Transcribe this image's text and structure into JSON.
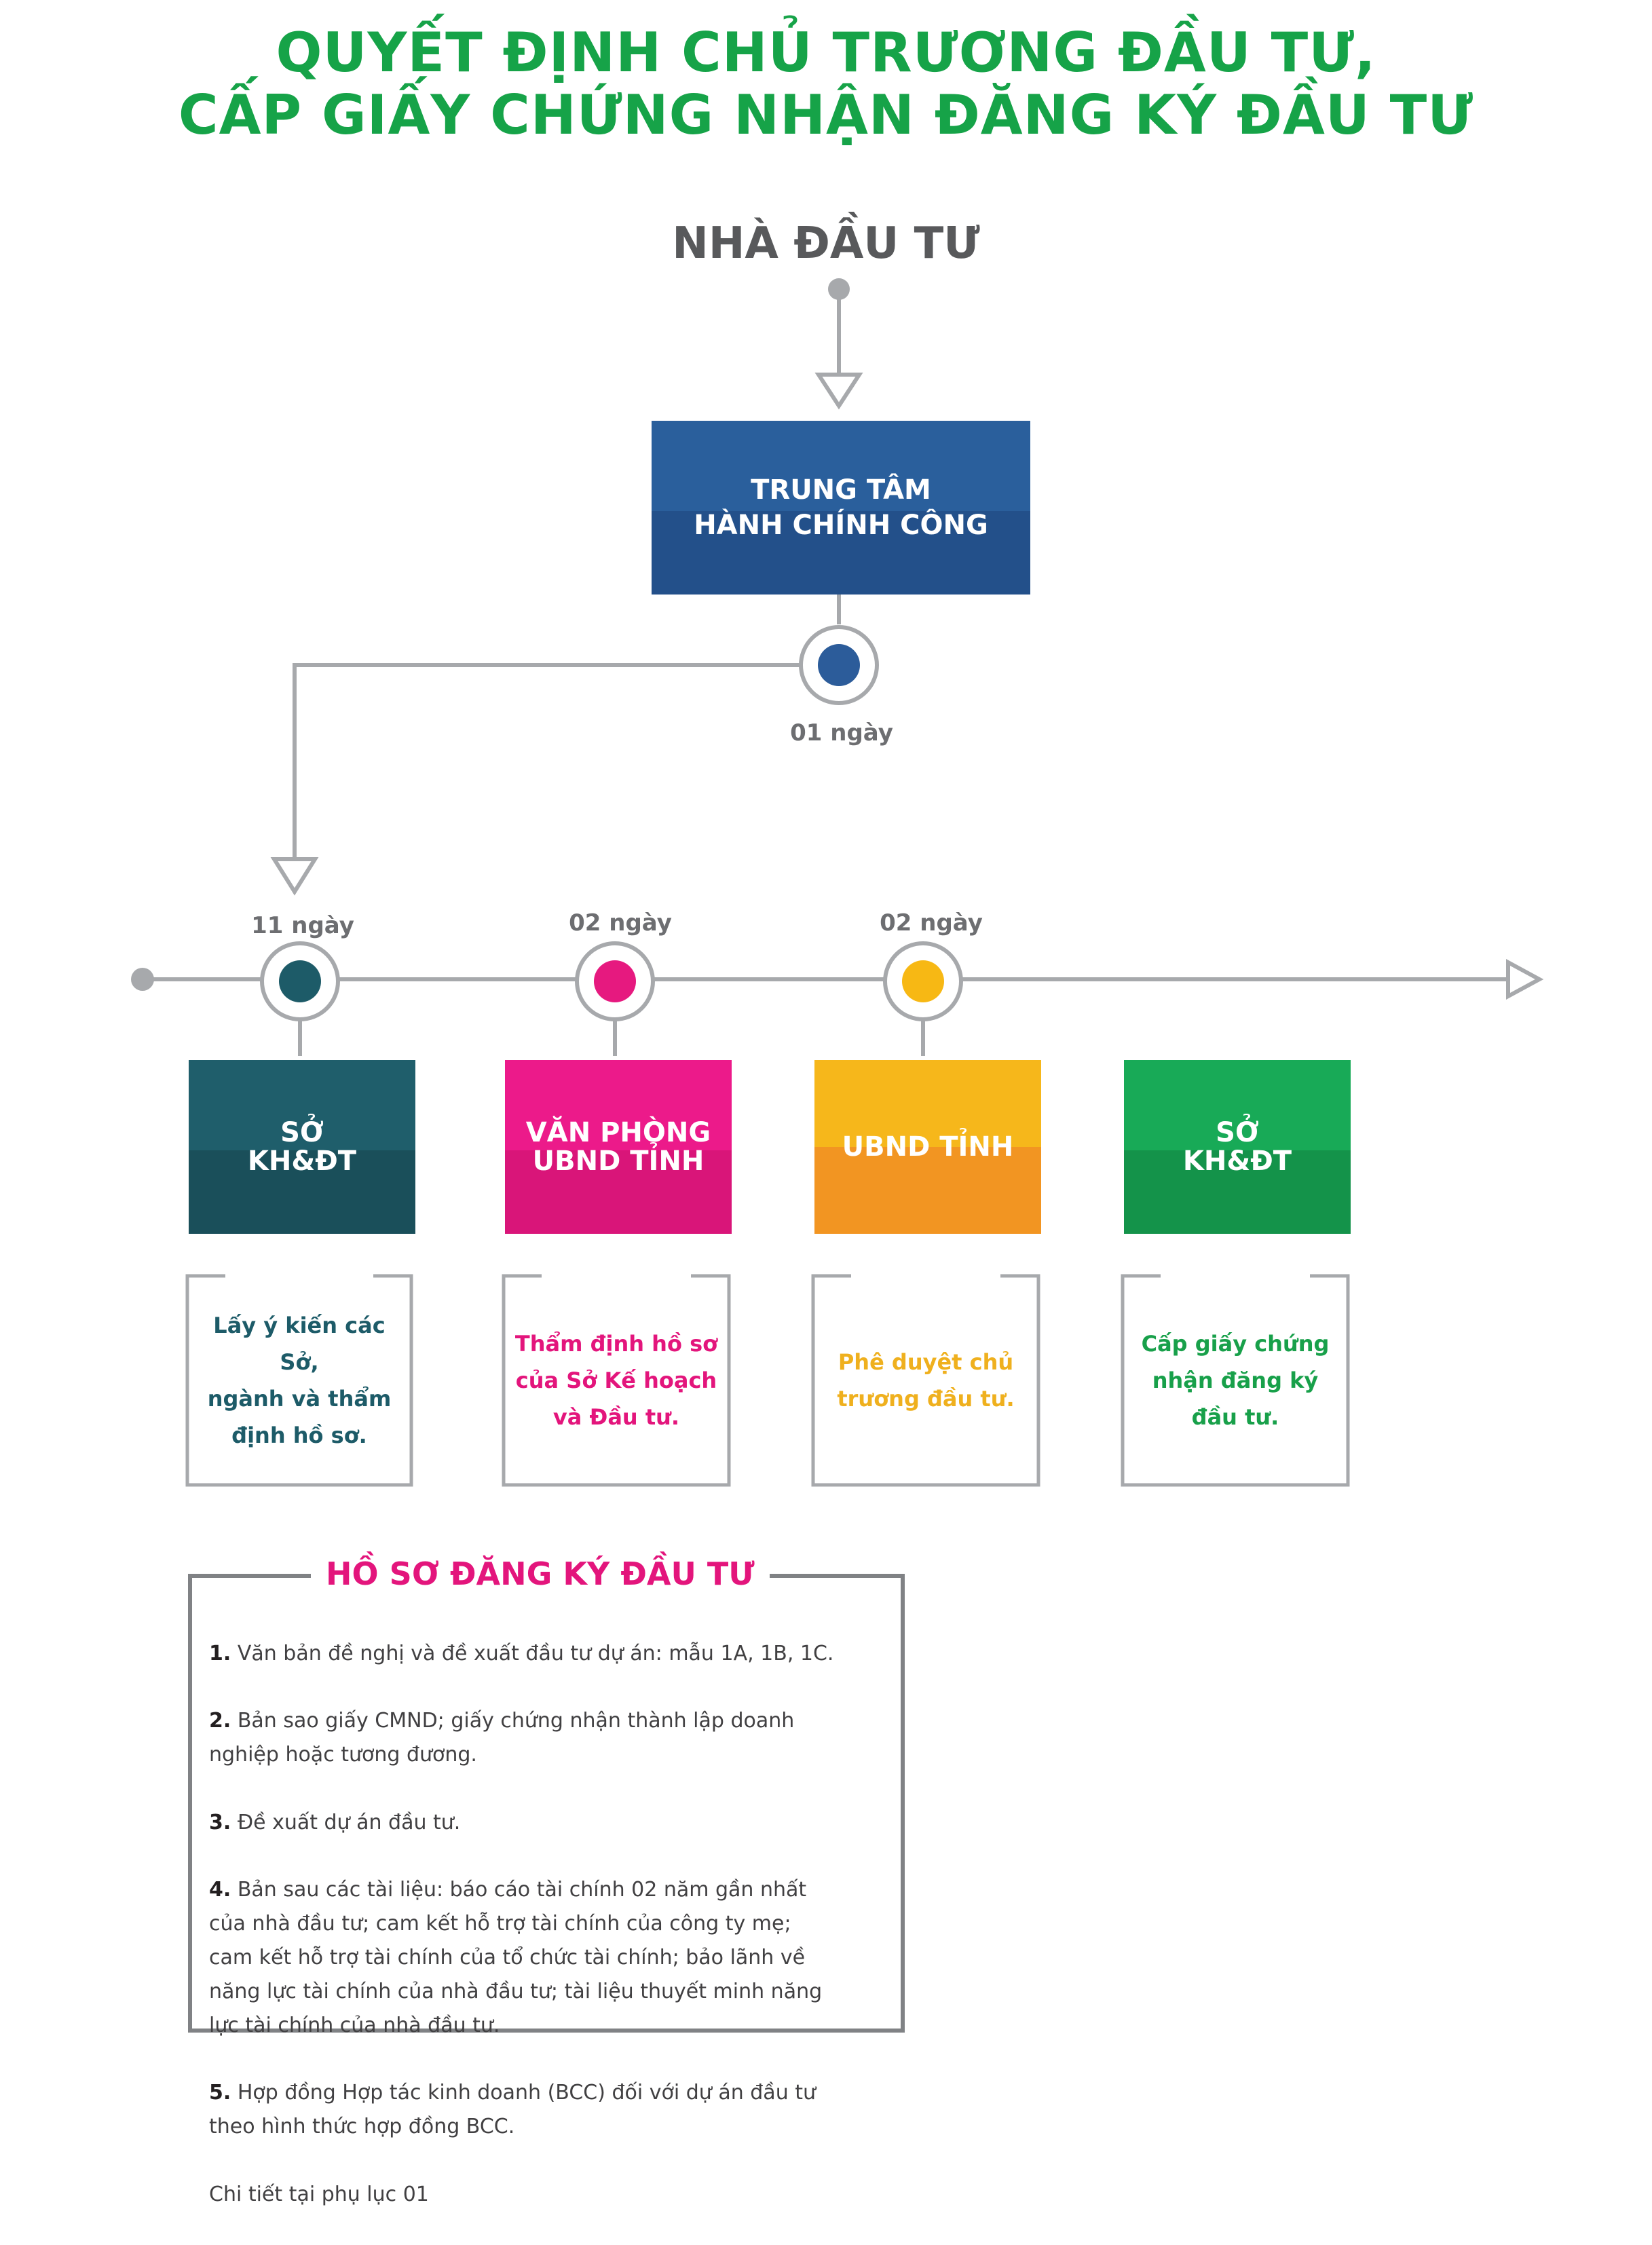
{
  "title": {
    "line1": "QUYẾT ĐỊNH CHỦ TRƯƠNG ĐẦU TƯ,",
    "line2": "CẤP GIẤY CHỨNG NHẬN ĐĂNG KÝ ĐẦU TƯ"
  },
  "investor": "NHÀ ĐẦU TƯ",
  "center": {
    "label": "TRUNG TÂM\nHÀNH CHÍNH CÔNG",
    "duration": "01 ngày"
  },
  "steps": [
    {
      "duration": "11 ngày",
      "box": "SỞ\nKH&ĐT",
      "description": "Lấy ý kiến các Sở,\nngành và thẩm\nđịnh hồ sơ.",
      "color": "#1d5b68",
      "text_color": "#1d5b68"
    },
    {
      "duration": "02 ngày",
      "box": "VĂN PHÒNG\nUBND TỈNH",
      "description": "Thẩm định hồ sơ\ncủa Sở Kế hoạch\nvà Đầu tư.",
      "color": "#e6197f",
      "text_color": "#e3157c"
    },
    {
      "duration": "02 ngày",
      "box": "UBND TỈNH",
      "description": "Phê duyệt chủ\ntrương đầu tư.",
      "color": "#f4a51c",
      "text_color": "#efb01e"
    },
    {
      "box": "SỞ\nKH&ĐT",
      "description": "Cấp giấy chứng\nnhận đăng ký\nđầu tư.",
      "color": "#16a34a",
      "text_color": "#18a04a"
    }
  ],
  "dossier": {
    "title": "HỒ SƠ ĐĂNG KÝ ĐẦU TƯ",
    "items": [
      {
        "num": "1.",
        "text": "Văn bản đề nghị và đề xuất đầu tư dự án: mẫu 1A, 1B, 1C."
      },
      {
        "num": "2.",
        "text": "Bản sao giấy CMND; giấy chứng nhận thành lập doanh\nnghiệp hoặc tương đương."
      },
      {
        "num": "3.",
        "text": "Đề xuất dự án đầu tư."
      },
      {
        "num": "4.",
        "text": "Bản sau các tài liệu: báo cáo tài chính 02 năm gần nhất\ncủa nhà đầu tư;  cam kết hỗ trợ tài chính của công ty mẹ;\ncam kết hỗ trợ tài chính của tổ chức tài chính; bảo lãnh về\nnăng lực tài chính của nhà đầu tư; tài liệu thuyết minh năng\nlực tài chính của nhà đầu tư."
      },
      {
        "num": "5.",
        "text": "Hợp đồng Hợp tác kinh doanh (BCC) đối với dự án đầu tư\ntheo hình thức hợp đồng BCC."
      }
    ],
    "footer": "Chi tiết tại phụ lục 01"
  },
  "colors": {
    "title": "#16a348",
    "connector": "#a7a9ac",
    "center_box": "#2a5b98",
    "node_blue": "#2c5c9a",
    "node_teal": "#1d5b68",
    "node_pink": "#e6197f",
    "node_yellow": "#f7b814"
  }
}
